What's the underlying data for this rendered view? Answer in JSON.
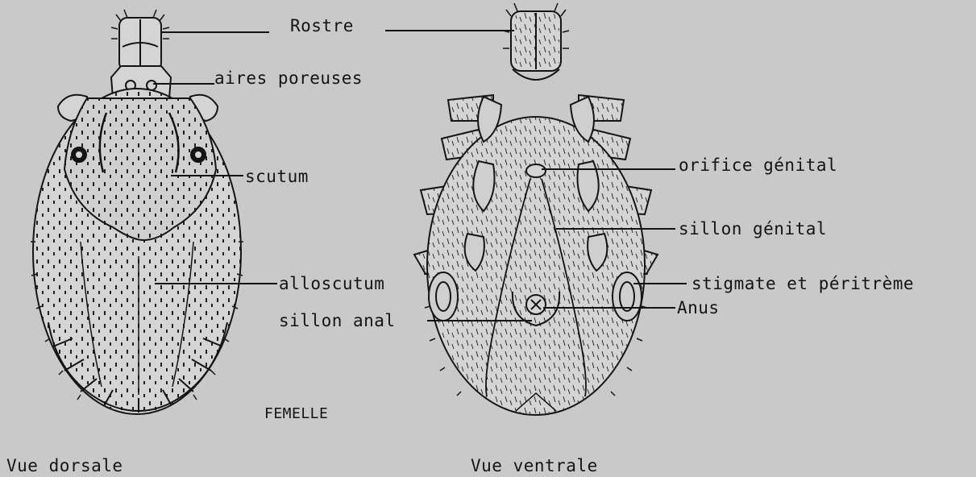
{
  "figure": {
    "caption": "FEMELLE",
    "views": {
      "dorsal": "Vue dorsale",
      "ventral": "Vue ventrale"
    },
    "labels": {
      "rostre": "Rostre",
      "aires_poreuses": "aires poreuses",
      "scutum": "scutum",
      "alloscutum": "alloscutum",
      "sillon_anal": "sillon anal",
      "orifice_genital": "orifice génital",
      "sillon_genital": "sillon génital",
      "stigmate": "stigmate et péritrème",
      "anus": "Anus"
    }
  },
  "colors": {
    "background": "#c9c9c9",
    "ink": "#141414",
    "body_fill": "#d4d4d4"
  }
}
